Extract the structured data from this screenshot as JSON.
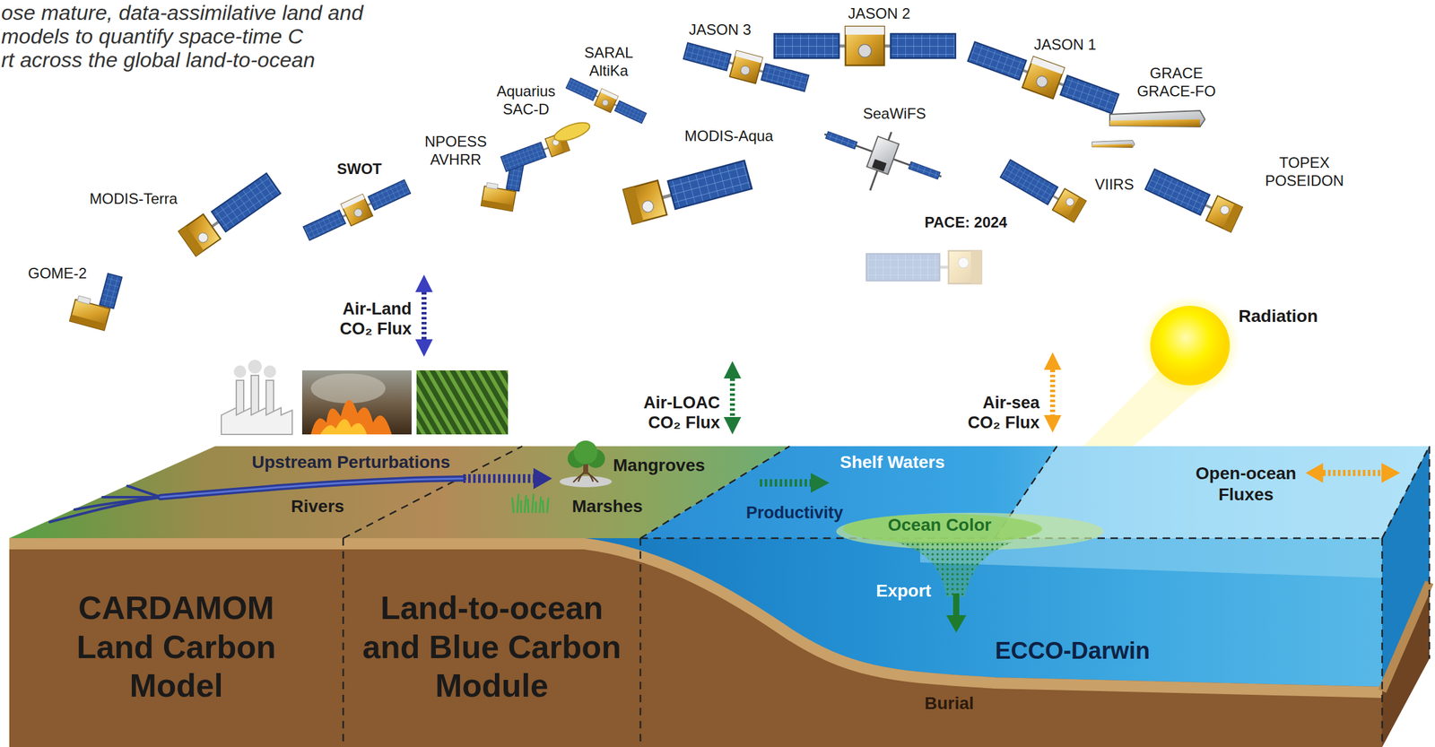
{
  "diagram": {
    "nodes": [
      {
        "text": [
          "CARDAMOM Land Carbon Model"
        ]
      },
      {
        "text": [
          "Land-to-ocean and Blue Carbon Module"
        ]
      },
      {
        "text": [
          "ECCO-Darwin"
        ]
      }
    ],
    "labels": [
      "ose mature, data-assimilative land and",
      "models to quantify space-time C",
      "rt across the global land-to-ocean",
      "JASON 2",
      "JASON 3",
      "JASON 1",
      "SARAL AltiKa",
      "GRACE GRACE-FO",
      "Aquarius SAC-D",
      "SeaWiFS",
      "MODIS-Aqua",
      "NPOESS AVHRR",
      "SWOT",
      "TOPEX POSEIDON",
      "VIIRS",
      "MODIS-Terra",
      "PACE: 2024",
      "GOME-2",
      "Radiation",
      "Air-Land CO₂ Flux",
      "Air-LOAC CO₂ Flux",
      "Air-sea CO₂ Flux",
      "Upstream Perturbations",
      "Mangroves",
      "Shelf Waters",
      "Open-ocean Fluxes",
      "Rivers",
      "Marshes",
      "Productivity",
      "Ocean Color",
      "Export",
      "Burial"
    ]
  }
}
